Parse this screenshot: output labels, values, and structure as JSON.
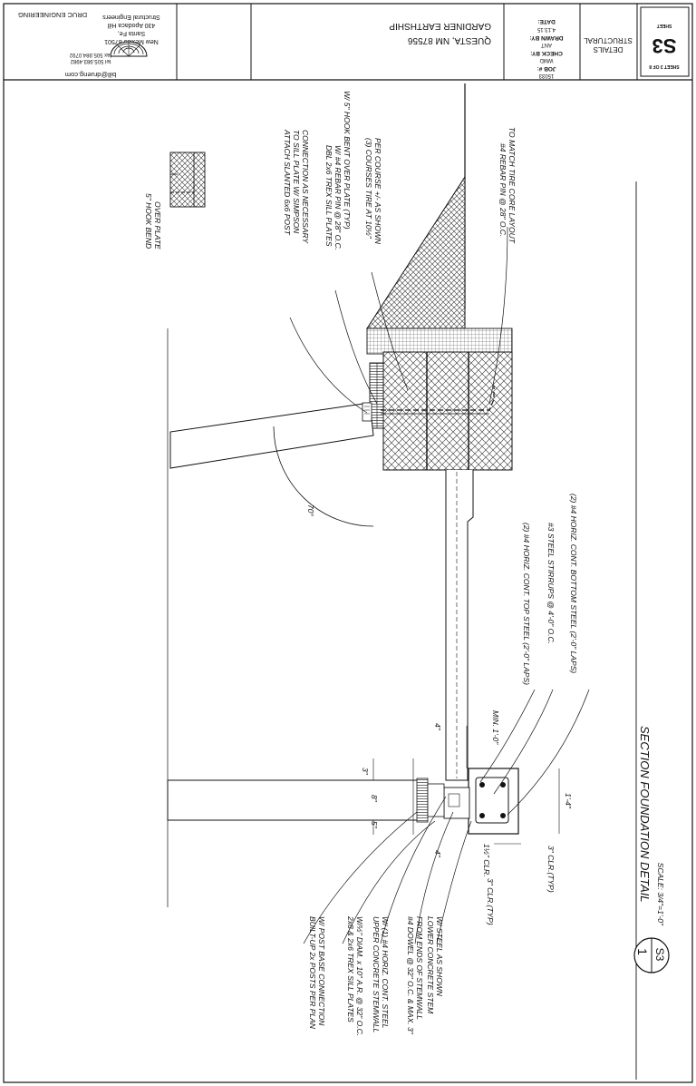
{
  "title_block": {
    "company": "DRUC ENGINEERING",
    "company_sub": "Structural Engineers",
    "address1": "430 Apodaca Hill",
    "address2": "Santa Fe,",
    "address3": "New Mexico 87501",
    "tel": "tel 505.983.4982",
    "fax": "fax 505.984.0792",
    "email": "bill@drueng.com",
    "project": "GARDINER EARTHSHIP",
    "location": "QUESTA, NM 87556",
    "date_label": "DATE:",
    "date_value": "4.13.15",
    "drawn_label": "DRAWN BY:",
    "drawn_value": "ANT",
    "check_label": "CHECK BY:",
    "check_value": "WMD",
    "job_label": "JOB #:",
    "job_value": "15033",
    "sheet_title_line1": "STRUCTURAL",
    "sheet_title_line2": "DETAILS",
    "sheet_label": "SHEET",
    "sheet_number": "S3",
    "sheet_of": "SHEET 3 OF 8"
  },
  "detail": {
    "number": "1",
    "sheet_ref": "S3",
    "title": "SECTION FOUNDATION DETAIL",
    "scale": "SCALE: 3/4\"=1'-0\""
  },
  "notes": {
    "hook_l1": "5\" HOOK BEND",
    "hook_l2": "OVER PLATE",
    "attach_l1": "ATTACH SLANTED 6x6 POST",
    "attach_l2": "TO SILL PLATE W/ SIMPSON",
    "attach_l3": "CONNECTION AS NECESSARY",
    "dbl_l1": "DBL 2x6 TREX SILL PLATES",
    "dbl_l2": "W/ #4 REBAR PIN @ 28\" O.C.",
    "dbl_l3": "W/ 5\" HOOK BENT OVER PLATE (TYP)",
    "courses_l1": "(3) COURSES TIRE AT 10½\"",
    "courses_l2": "PER COURSE +/- AS SHOWN",
    "rebar_l1": "#4 REBAR PIN @ 28\" O.C.",
    "rebar_l2": "TO MATCH TIRE CORE LAYOUT",
    "angle": "70°",
    "top_steel": "(2) #4 HORIZ. CONT. TOP STEEL (2'-0\" LAPS)",
    "stirrups": "#3 STEEL STIRRUPS @ 4'-0\" O.C.",
    "bottom_steel": "(2) #4 HORIZ. CONT. BOTTOM STEEL (2'-0\" LAPS)",
    "min": "MIN. 1'-0\"",
    "dim_4a": "4\"",
    "dim_3": "3\"",
    "dim_8": "8\"",
    "dim_5": "5\"",
    "dim_4b": "4\"",
    "dim_14": "1'-4\"",
    "clr_15": "1½\" CLR.",
    "clr_3typ_a": "3\" CLR.(TYP)",
    "clr_3typ_b": "3\" CLR.(TYP)",
    "posts_l1": "BUILT-UP 2x POSTS PER PLAN",
    "posts_l2": "W/ POST BASE CONNECTION",
    "sill_l1": "2x8 & 2x6 TREX SILL PLATES",
    "sill_l2": "W/½\" DIAM. x 10\" A.R. @ 32\" O.C.",
    "upper_l1": "UPPER CONCRETE STEMWALL",
    "upper_l2": "W/ (1) #4 HORIZ. CONT. STEEL",
    "dowel_l1": "#4 DOWEL @ 32\" O.C. & MAX. 3\"",
    "dowel_l2": "FROM ENDS OF STEMWALL",
    "lower_l1": "LOWER CONCRETE STEM",
    "lower_l2": "W/ STEEL AS SHOWN"
  }
}
